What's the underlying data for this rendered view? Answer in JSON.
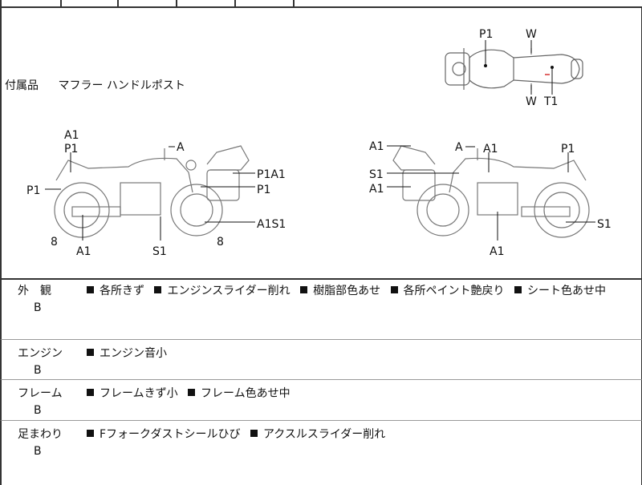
{
  "accessories": {
    "label": "付属品",
    "value": "マフラー ハンドルポスト"
  },
  "top_view_labels": {
    "p1": "P1",
    "w_top": "W",
    "w_bottom": "W",
    "t1": "T1"
  },
  "left_view_labels": {
    "a1_top": "A1",
    "p1_top": "P1",
    "a": "A",
    "p1_rear": "P1",
    "p1a1": "P1A1",
    "p1_front": "P1",
    "a1s1": "A1S1",
    "eight_rear": "8",
    "eight_front": "8",
    "a1_bottom": "A1",
    "s1_bottom": "S1"
  },
  "right_view_labels": {
    "a1_top": "A1",
    "a": "A",
    "a1_tank": "A1",
    "p1": "P1",
    "s1_mid": "S1",
    "a1_mid": "A1",
    "s1_rear": "S1",
    "a1_bottom": "A1"
  },
  "sections": [
    {
      "label": "外　観",
      "grade": "B",
      "items": [
        "各所きず",
        "エンジンスライダー削れ",
        "樹脂部色あせ",
        "各所ペイント艶戻り",
        "シート色あせ中"
      ]
    },
    {
      "label": "エンジン",
      "grade": "B",
      "items": [
        "エンジン音小"
      ]
    },
    {
      "label": "フレーム",
      "grade": "B",
      "items": [
        "フレームきず小",
        "フレーム色あせ中"
      ]
    },
    {
      "label": "足まわり",
      "grade": "B",
      "items": [
        "Fフォークダストシールひび",
        "アクスルスライダー削れ"
      ]
    }
  ]
}
